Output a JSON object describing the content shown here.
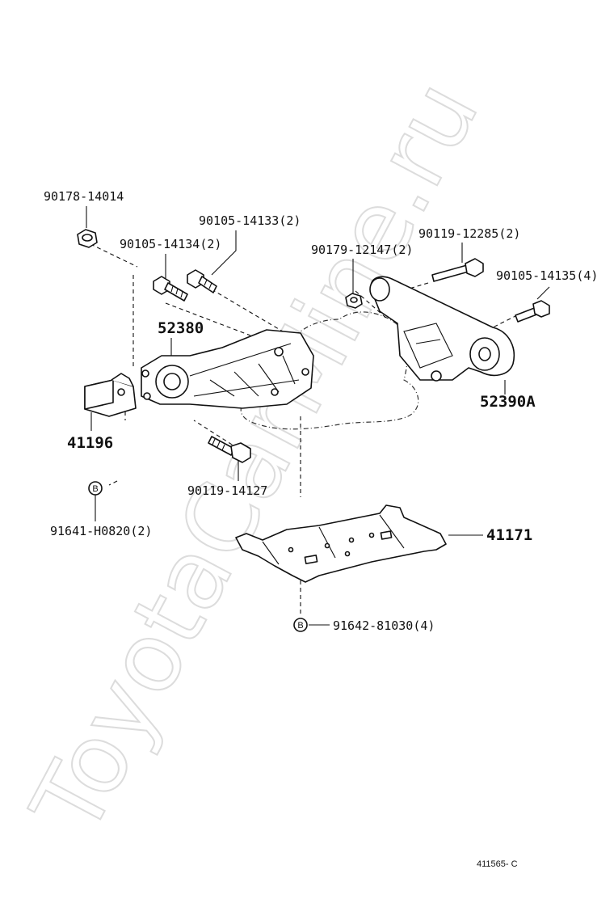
{
  "watermark": "ToyotaCarMine.ru",
  "labels": {
    "p90178_14014": "90178-14014",
    "p90105_14133": "90105-14133(2)",
    "p90105_14134": "90105-14134(2)",
    "p90179_12147": "90179-12147(2)",
    "p90119_12285": "90119-12285(2)",
    "p90105_14135": "90105-14135(4)",
    "p52380": "52380",
    "p52390A": "52390A",
    "p41196": "41196",
    "p90119_14127": "90119-14127",
    "p91641_H0820": "91641-H0820(2)",
    "p41171": "41171",
    "p91642_81030": "91642-81030(4)"
  },
  "markers": {
    "b1": "B",
    "b2": "B"
  },
  "diagram_code": "411565- C"
}
